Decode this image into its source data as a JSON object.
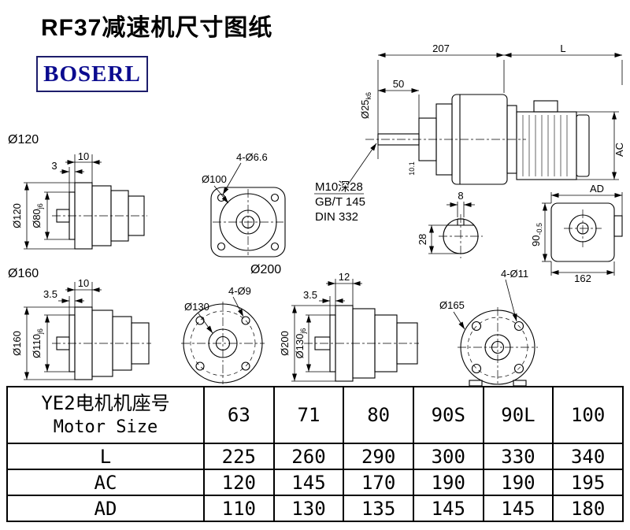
{
  "page": {
    "title": "RF37减速机尺寸图纸",
    "logo": "BOSERL"
  },
  "main_view": {
    "dim_top1": "207",
    "dim_top2": "L",
    "dim_50": "50",
    "shaft_dia": "Ø25",
    "shaft_fit": "k6",
    "dim_step": "10.1",
    "note_tap": "M10深28",
    "note_gb": "GB/T 145",
    "note_din": "DIN 332",
    "dim_ac": "AC",
    "key_width": "8",
    "key_height": "28",
    "dim_ad": "AD",
    "dim_162": "162",
    "rear_height": "90",
    "rear_height_tol": "-0.5"
  },
  "flange120": {
    "title": "Ø120",
    "dim_10": "10",
    "dim_3": "3",
    "od": "Ø120",
    "spigot": "Ø80",
    "spigot_fit": "j6"
  },
  "flange100": {
    "holes": "4-Ø6.6",
    "od": "Ø100"
  },
  "flange160": {
    "title": "Ø160",
    "dim_10": "10",
    "dim_35": "3.5",
    "od": "Ø160",
    "spigot": "Ø110",
    "spigot_fit": "j6"
  },
  "flange200": {
    "title": "Ø200",
    "holes": "4-Ø9",
    "bore": "Ø130",
    "dim_12": "12",
    "dim_35": "3.5",
    "od": "Ø200",
    "spigot": "Ø130",
    "spigot_fit": "j6"
  },
  "flange165": {
    "holes": "4-Ø11",
    "od": "Ø165"
  },
  "table": {
    "header": {
      "line1": "YE2电机机座号",
      "line2": "Motor Size",
      "sizes": [
        "63",
        "71",
        "80",
        "90S",
        "90L",
        "100"
      ]
    },
    "rows": [
      {
        "label": "L",
        "values": [
          "225",
          "260",
          "290",
          "300",
          "330",
          "340"
        ]
      },
      {
        "label": "AC",
        "values": [
          "120",
          "145",
          "170",
          "190",
          "190",
          "195"
        ]
      },
      {
        "label": "AD",
        "values": [
          "110",
          "130",
          "135",
          "145",
          "145",
          "180"
        ]
      }
    ]
  }
}
